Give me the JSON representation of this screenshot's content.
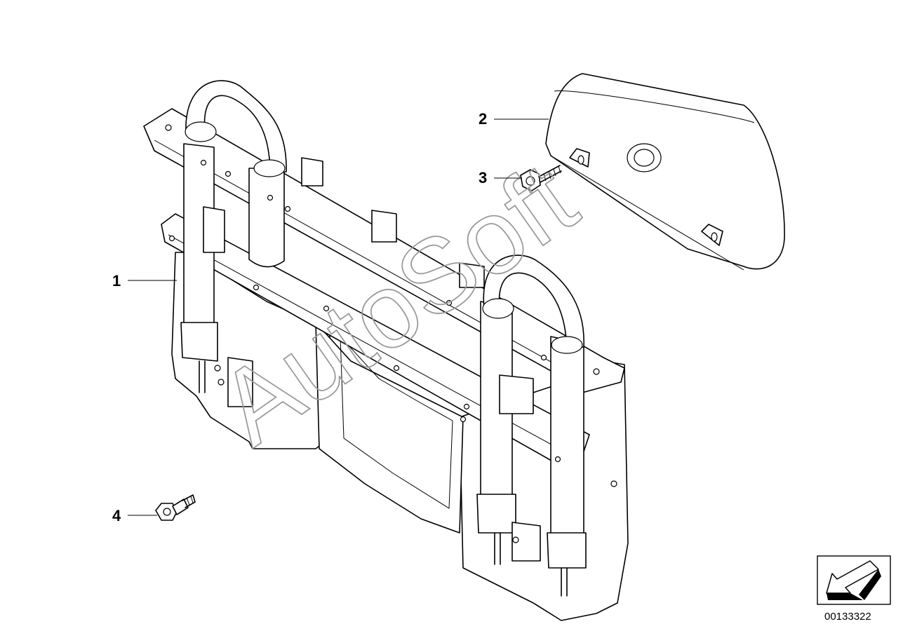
{
  "callouts": [
    {
      "id": "1",
      "label": "1"
    },
    {
      "id": "2",
      "label": "2"
    },
    {
      "id": "3",
      "label": "3"
    },
    {
      "id": "4",
      "label": "4"
    }
  ],
  "watermark": "AutoSoft",
  "document_number": "00133322",
  "icons": [
    "direction-arrow-icon"
  ],
  "colors": {
    "line": "#000000",
    "background": "#ffffff",
    "watermark": "#9a9a9a"
  }
}
